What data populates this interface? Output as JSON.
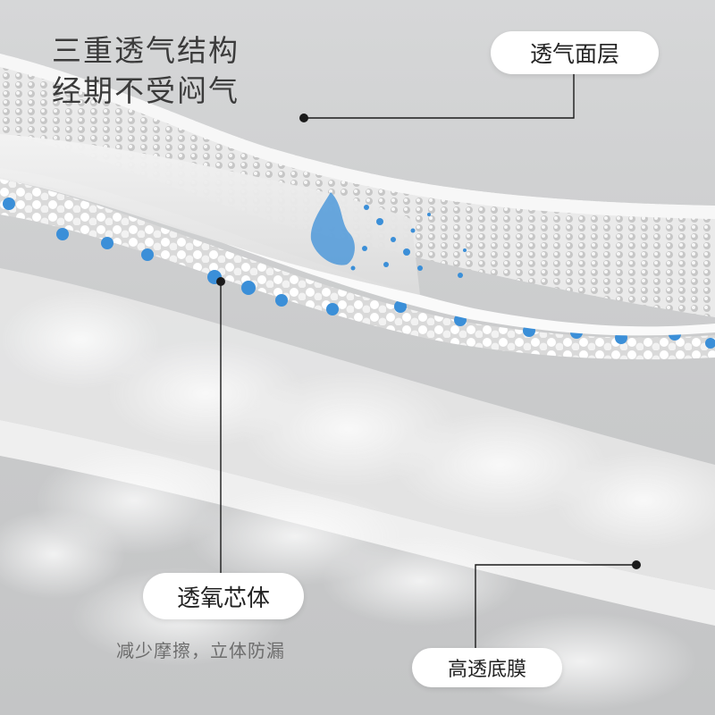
{
  "headline": {
    "line1": "三重透气结构",
    "line2": "经期不受闷气"
  },
  "labels": {
    "top_layer": "透气面层",
    "core_layer": "透氧芯体",
    "core_caption": "减少摩擦，立体防漏",
    "bottom_layer": "高透底膜"
  },
  "colors": {
    "accent_blue": "#3b8fd8",
    "label_bg": "#ffffff",
    "text_dark": "#3b3b3b",
    "caption_gray": "#6d6d6d",
    "leader_line": "#1b1b1b"
  }
}
